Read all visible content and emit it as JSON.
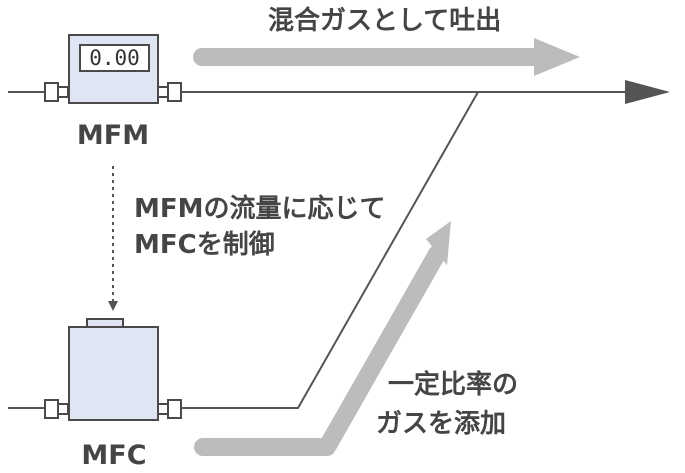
{
  "mfm": {
    "display": "0.00",
    "label": "MFM"
  },
  "mfc": {
    "label": "MFC"
  },
  "captions": {
    "control_line1": "MFMの流量に応じて",
    "control_line2": "MFCを制御",
    "output": "混合ガスとして吐出",
    "add_line1": "一定比率の",
    "add_line2": "ガスを添加"
  },
  "colors": {
    "device_fill": "#dfe5f3",
    "device_stroke": "#4a4a4a",
    "gray_arrow": "#bcbcbc",
    "line": "#555555",
    "text": "#454545"
  }
}
